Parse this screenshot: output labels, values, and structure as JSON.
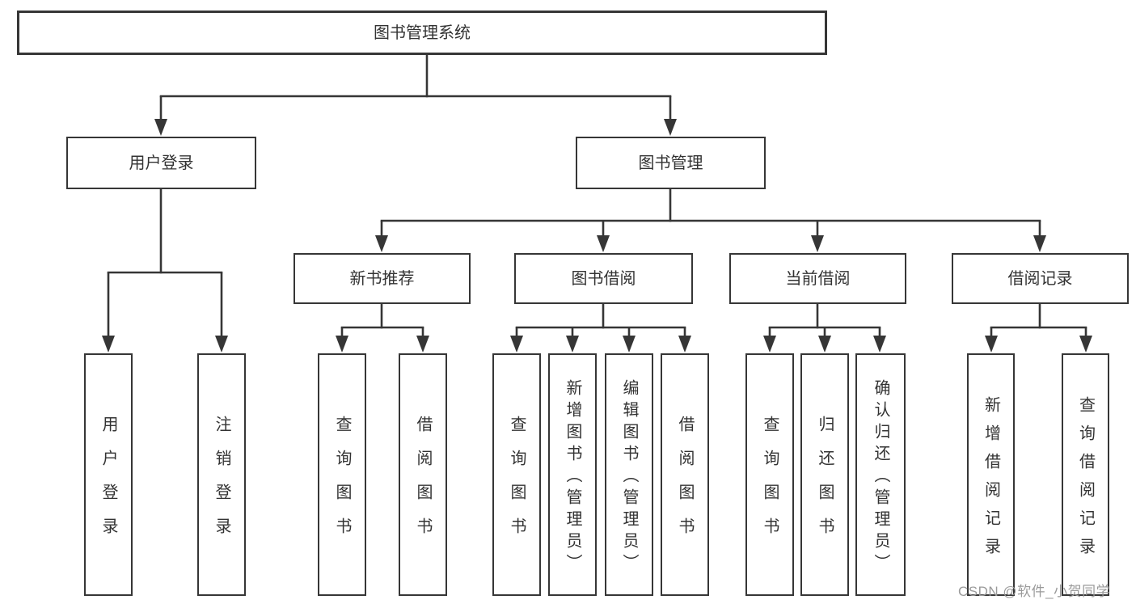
{
  "colors": {
    "line": "#363636",
    "text": "#333333",
    "background": "#ffffff",
    "watermark": "#9a9a9a"
  },
  "root": {
    "label": "图书管理系统"
  },
  "branches": [
    {
      "label": "用户登录",
      "children": [
        {
          "label": "用户登录"
        },
        {
          "label": "注销登录"
        }
      ]
    },
    {
      "label": "图书管理",
      "children": [
        {
          "label": "新书推荐",
          "children": [
            {
              "label": "查询图书"
            },
            {
              "label": "借阅图书"
            }
          ]
        },
        {
          "label": "图书借阅",
          "children": [
            {
              "label": "查询图书"
            },
            {
              "label": "新增图书（管理员）"
            },
            {
              "label": "编辑图书（管理员）"
            },
            {
              "label": "借阅图书"
            }
          ]
        },
        {
          "label": "当前借阅",
          "children": [
            {
              "label": "查询图书"
            },
            {
              "label": "归还图书"
            },
            {
              "label": "确认归还（管理员）"
            }
          ]
        },
        {
          "label": "借阅记录",
          "children": [
            {
              "label": "新增借阅记录"
            },
            {
              "label": "查询借阅记录"
            }
          ]
        }
      ]
    }
  ],
  "watermark": {
    "text": "CSDN @软件_小贺同学"
  }
}
